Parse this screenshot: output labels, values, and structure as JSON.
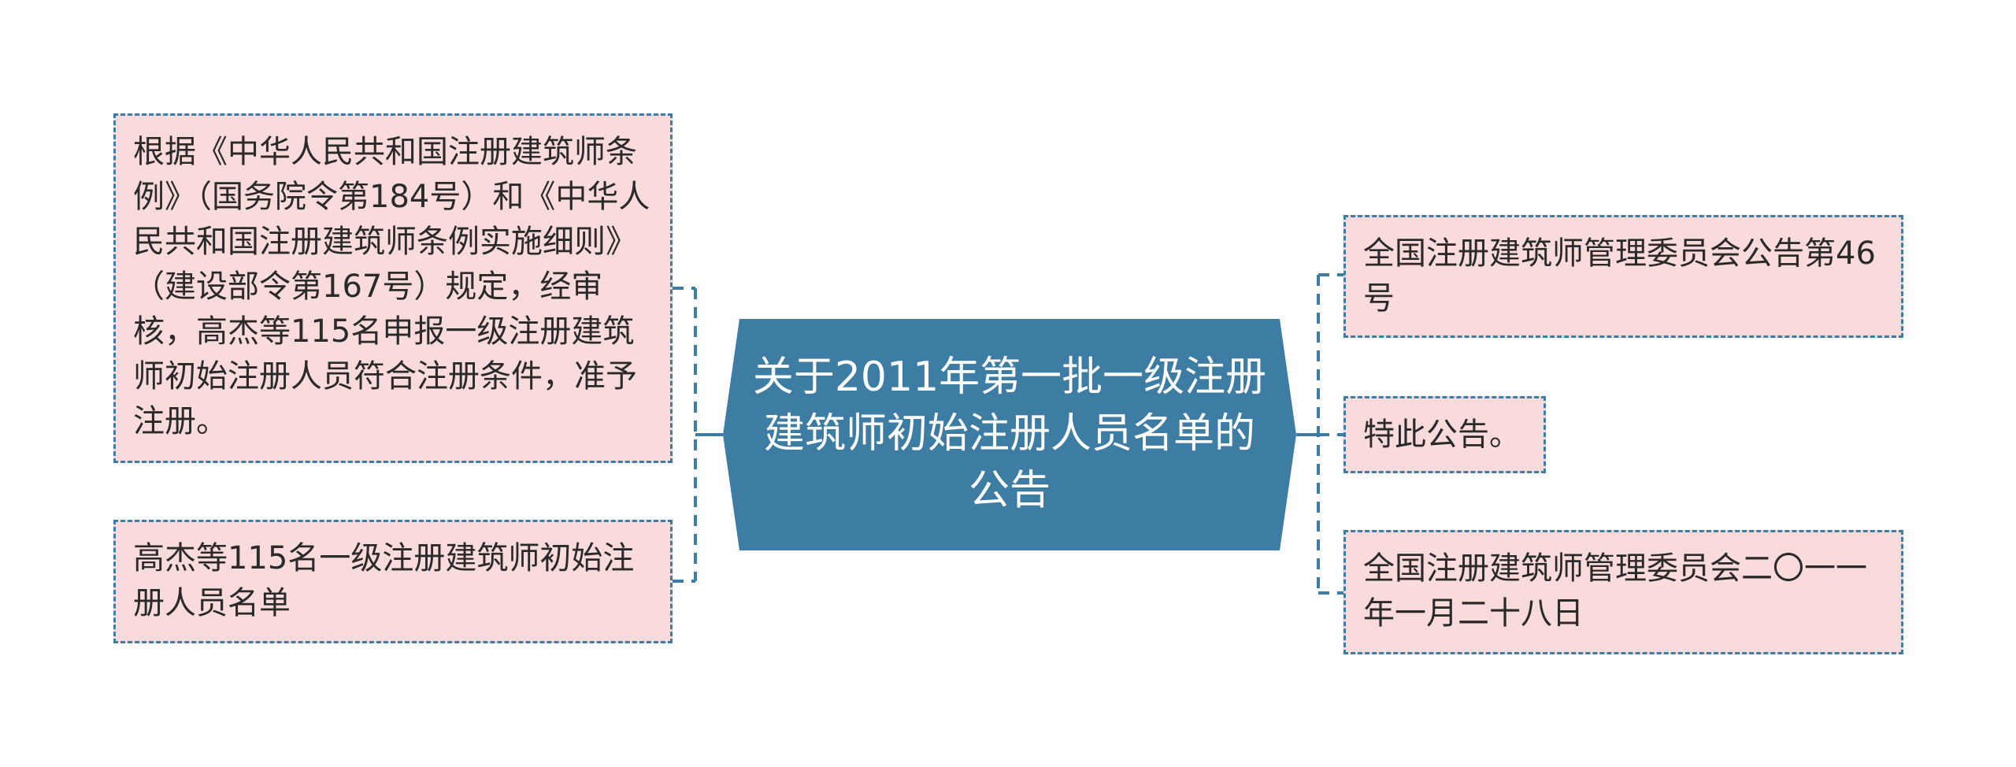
{
  "colors": {
    "center_fill": "#3d7ca3",
    "node_fill": "#fadbdb",
    "connector": "#3d7ca3",
    "text": "#2a2a2a"
  },
  "center": {
    "label": "关于2011年第一批一级注册建筑师初始注册人员名单的公告"
  },
  "left_nodes": [
    {
      "label": "根据《中华人民共和国注册建筑师条例》（国务院令第184号）和《中华人民共和国注册建筑师条例实施细则》（建设部令第167号）规定，经审核，高杰等115名申报一级注册建筑师初始注册人员符合注册条件，准予注册。"
    },
    {
      "label": "高杰等115名一级注册建筑师初始注册人员名单"
    }
  ],
  "right_nodes": [
    {
      "label": "全国注册建筑师管理委员会公告第46号"
    },
    {
      "label": "特此公告。"
    },
    {
      "label": "全国注册建筑师管理委员会二〇一一年一月二十八日"
    }
  ]
}
